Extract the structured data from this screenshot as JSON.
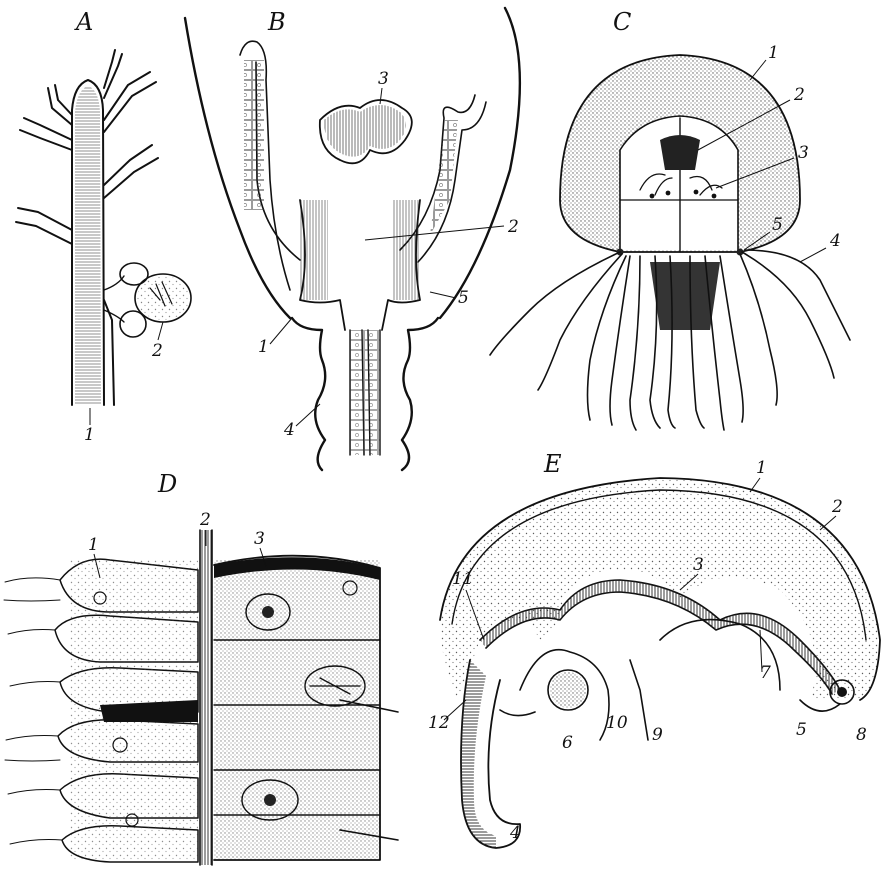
{
  "panels": [
    {
      "letter": "A",
      "labels": [
        "1",
        "2"
      ]
    },
    {
      "letter": "B",
      "labels": [
        "1",
        "2",
        "3",
        "4",
        "5"
      ]
    },
    {
      "letter": "C",
      "labels": [
        "1",
        "2",
        "3",
        "4",
        "5"
      ]
    },
    {
      "letter": "D",
      "labels": [
        "1",
        "2",
        "3"
      ]
    },
    {
      "letter": "E",
      "labels": [
        "1",
        "2",
        "3",
        "4",
        "5",
        "6",
        "7",
        "8",
        "9",
        "10",
        "11",
        "12"
      ]
    }
  ]
}
